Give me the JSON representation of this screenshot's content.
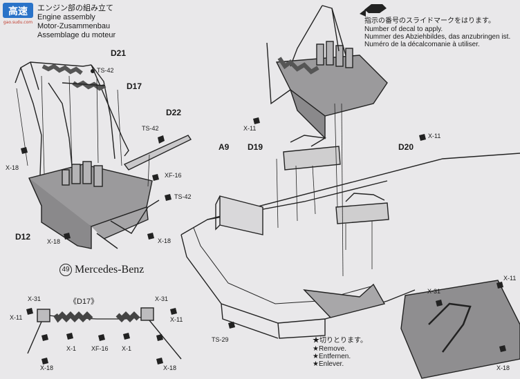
{
  "header": {
    "line_jp": "エンジン部の組み立て",
    "line_en": "Engine assembly",
    "line_de": "Motor-Zusammenbau",
    "line_fr": "Assemblage du moteur"
  },
  "logo": {
    "text": "高速",
    "url": "gao.sudu.com"
  },
  "decal_note": {
    "jp": "指示の番号のスライドマークをはります。",
    "en": "Number of decal to apply.",
    "de": "Nummer des Abziehbildes, das anzubringen ist.",
    "fr": "Numéro de la décalcomanie à utiliser."
  },
  "step": {
    "number": "49",
    "name": "Mercedes-Benz"
  },
  "parts": {
    "d21": "D21",
    "d17": "D17",
    "d22": "D22",
    "d12": "D12",
    "d19": "D19",
    "d20": "D20",
    "a9": "A9",
    "d17_detail": "《D17》"
  },
  "paints": {
    "ts42": "TS-42",
    "xf16": "XF-16",
    "x18": "X-18",
    "x11": "X-11",
    "x31": "X-31",
    "x1": "X-1",
    "ts29": "TS-29"
  },
  "remove_note": {
    "jp": "★切りとります。",
    "en": "★Remove.",
    "de": "★Entfernen.",
    "fr": "★Enlever."
  }
}
